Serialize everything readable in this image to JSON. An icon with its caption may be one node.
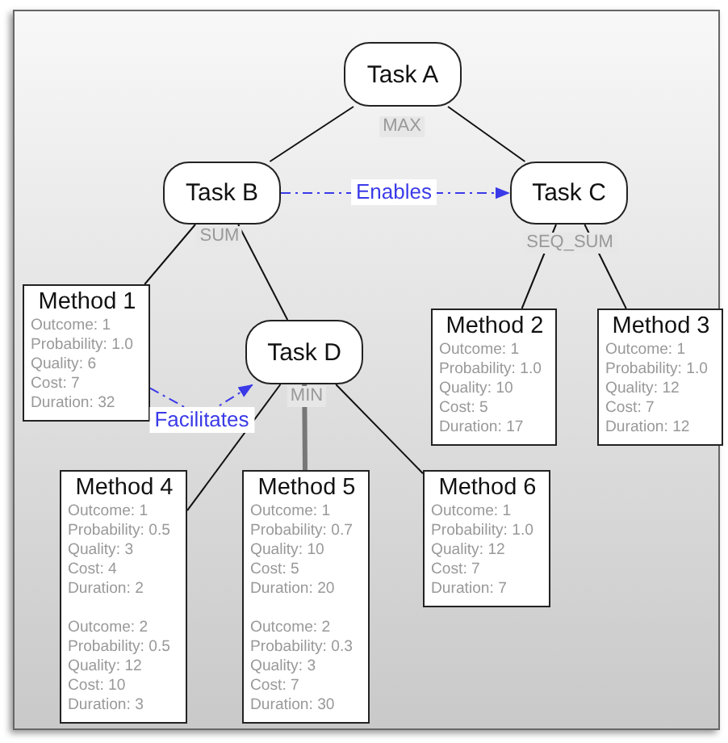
{
  "diagram": {
    "nodes": [
      {
        "text": [
          "Task A"
        ],
        "beside": [
          "MAX"
        ]
      },
      {
        "text": [
          "Task B"
        ],
        "beside": [
          "SUM"
        ]
      },
      {
        "text": [
          "Task C"
        ],
        "beside": [
          "SEQ_SUM"
        ]
      },
      {
        "text": [
          "Method 1",
          "Outcome: 1",
          "Probability: 1.0",
          "Quality: 6",
          "Cost: 7",
          "Duration: 32"
        ]
      },
      {
        "text": [
          "Task D"
        ],
        "beside": [
          "MIN"
        ]
      },
      {
        "text": [
          "Method 2",
          "Outcome: 1",
          "Probability: 1.0",
          "Quality: 10",
          "Cost: 5",
          "Duration: 17"
        ]
      },
      {
        "text": [
          "Method 3",
          "Outcome: 1",
          "Probability: 1.0",
          "Quality: 12",
          "Cost: 7",
          "Duration: 12"
        ]
      },
      {
        "text": [
          "Method 4",
          "Outcome: 1",
          "Probability: 0.5",
          "Quality: 3",
          "Cost: 4",
          "Duration: 2",
          "Outcome: 2",
          "Probability: 0.5",
          "Quality: 12",
          "Cost: 10",
          "Duration: 3"
        ]
      },
      {
        "text": [
          "Method 5",
          "Outcome: 1",
          "Probability: 0.7",
          "Quality: 10",
          "Cost: 5",
          "Duration: 20",
          "Outcome: 2",
          "Probability: 0.3",
          "Quality: 3",
          "Cost: 7",
          "Duration: 30"
        ]
      },
      {
        "text": [
          "Method 6",
          "Outcome: 1",
          "Probability: 1.0",
          "Quality: 12",
          "Cost: 7",
          "Duration: 7"
        ]
      }
    ],
    "edges": [
      {
        "from": 0,
        "to": 1,
        "arrow": "none"
      },
      {
        "from": 0,
        "to": 2,
        "arrow": "none"
      },
      {
        "from": 1,
        "to": 3,
        "arrow": "none"
      },
      {
        "from": 1,
        "to": 4,
        "arrow": "none"
      },
      {
        "from": 2,
        "to": 5,
        "arrow": "none"
      },
      {
        "from": 2,
        "to": 6,
        "arrow": "none"
      },
      {
        "from": 4,
        "to": 7,
        "arrow": "none"
      },
      {
        "from": 4,
        "to": 8,
        "arrow": "none",
        "style": "thick",
        "color": "#777777"
      },
      {
        "from": 4,
        "to": 9,
        "arrow": "none"
      },
      {
        "from": 1,
        "to": 2,
        "arrow": "to",
        "label": "Enables",
        "style": "dashed",
        "color": "#3a3ae8"
      },
      {
        "from": 3,
        "to": 4,
        "arrow": "to",
        "label": "Facilitates",
        "style": "dashed",
        "color": "#3a3ae8"
      }
    ]
  }
}
